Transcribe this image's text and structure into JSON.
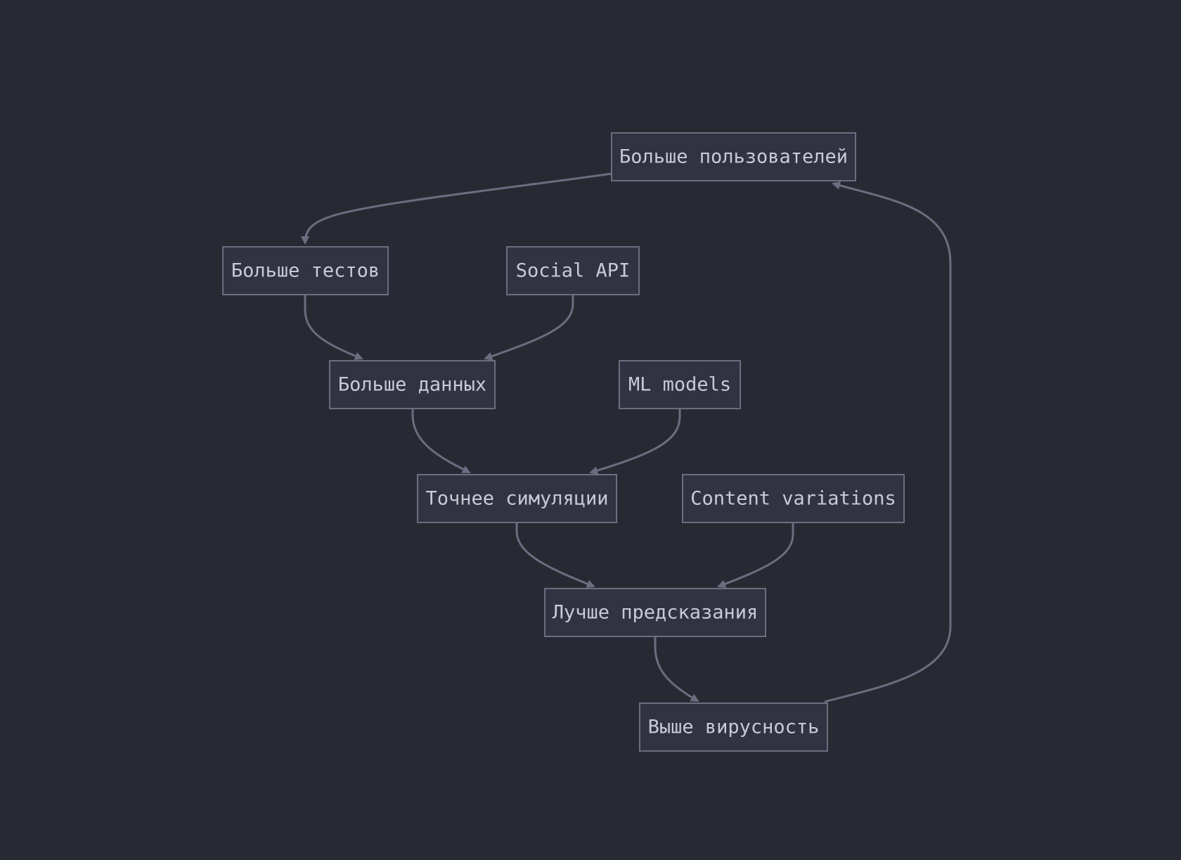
{
  "diagram": {
    "type": "flowchart",
    "nodes": {
      "more_users": "Больше пользователей",
      "more_tests": "Больше тестов",
      "social_api": "Social API",
      "more_data": "Больше данных",
      "ml_models": "ML models",
      "better_sims": "Точнее симуляции",
      "content_variations": "Content variations",
      "better_predictions": "Лучше предсказания",
      "higher_virality": "Выше вирусность"
    },
    "edges": [
      {
        "from": "more_users",
        "to": "more_tests"
      },
      {
        "from": "more_tests",
        "to": "more_data"
      },
      {
        "from": "social_api",
        "to": "more_data"
      },
      {
        "from": "more_data",
        "to": "better_sims"
      },
      {
        "from": "ml_models",
        "to": "better_sims"
      },
      {
        "from": "better_sims",
        "to": "better_predictions"
      },
      {
        "from": "content_variations",
        "to": "better_predictions"
      },
      {
        "from": "better_predictions",
        "to": "higher_virality"
      },
      {
        "from": "higher_virality",
        "to": "more_users"
      }
    ],
    "colors": {
      "background": "#282a33",
      "node_fill": "#313341",
      "node_border": "#6b6d80",
      "text": "#c9cad6",
      "edge": "#6b6d80"
    }
  }
}
